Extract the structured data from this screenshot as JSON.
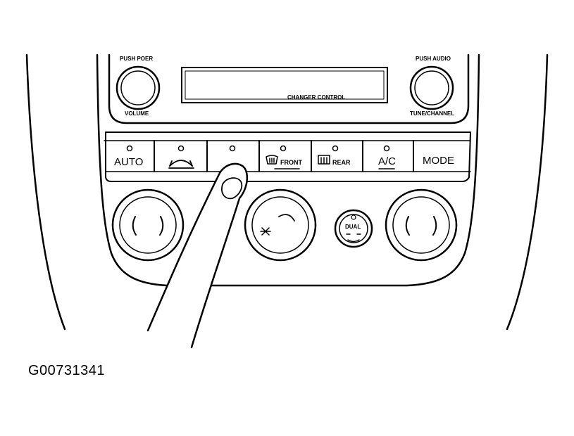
{
  "labels": {
    "push_power": "PUSH POER",
    "volume": "VOLUME",
    "changer_control": "CHANGER CONTROL",
    "push_audio": "PUSH AUDIO",
    "tune_channel": "TUNE/CHANNEL",
    "dual": "DUAL"
  },
  "buttons": {
    "auto": "AUTO",
    "front": "FRONT",
    "rear": "REAR",
    "ac": "A/C",
    "mode": "MODE"
  },
  "figure_id": "G00731341",
  "icons": [
    "recirculation-icon",
    "windshield-defrost-icon",
    "rear-defrost-icon",
    "fan-icon",
    "dual-seat-icon",
    "finger-icon"
  ]
}
